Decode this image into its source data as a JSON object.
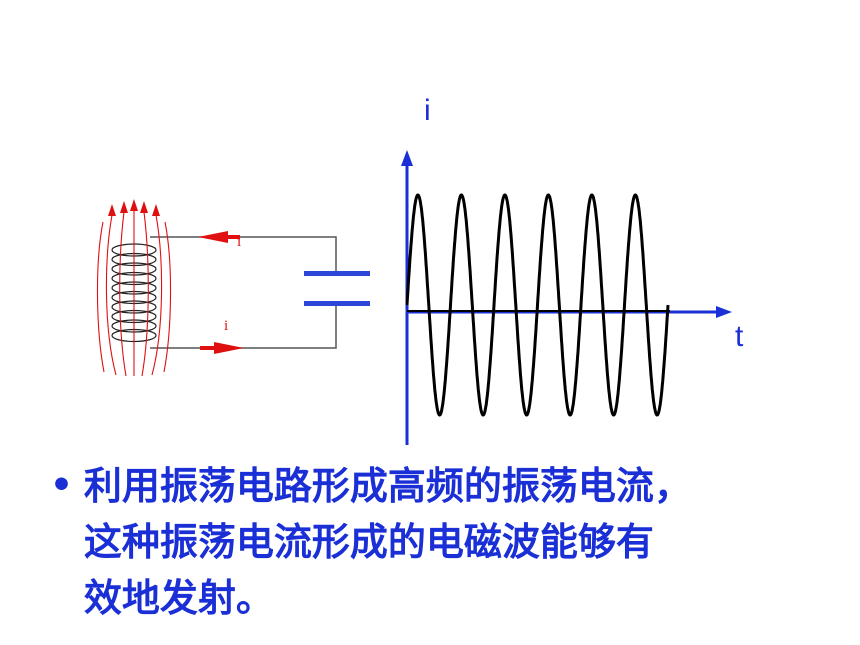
{
  "waveform": {
    "y_axis_label": "i",
    "x_axis_label": "t",
    "cycles": 6
  },
  "circuit": {
    "current_label_top": "i",
    "current_label_bottom": "i"
  },
  "bullet": {
    "marker": "•",
    "text": "利用振荡电路形成高频的振荡电流，\n这种振荡电流形成的电磁波能够有\n效地发射。"
  },
  "colors": {
    "axis": "#1a2fd6",
    "text": "#1a2fd6",
    "wave": "#000000",
    "field_lines": "#e01010",
    "wire": "#555555"
  }
}
